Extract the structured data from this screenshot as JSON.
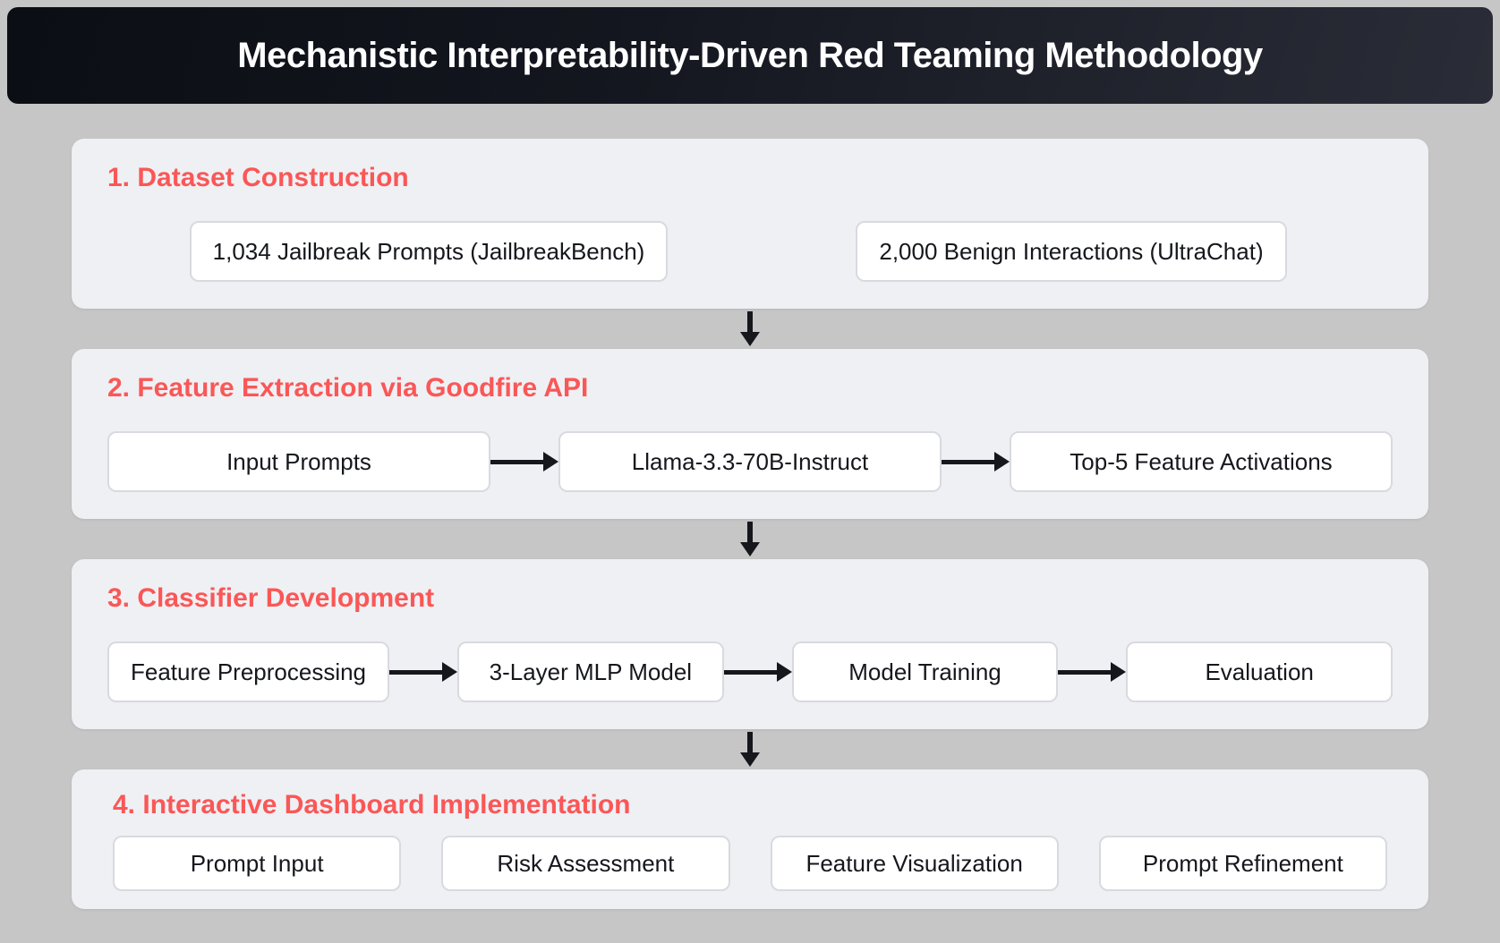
{
  "header": {
    "title": "Mechanistic Interpretability-Driven Red Teaming Methodology"
  },
  "colors": {
    "page_bg": "#c6c6c6",
    "header_bg_left": "#0c0e15",
    "header_bg_right": "#2a2c37",
    "title_text": "#ffffff",
    "panel_bg": "#eff0f4",
    "heading_red": "#fa5757",
    "node_bg": "#ffffff",
    "node_border": "#d9dadf",
    "node_text": "#15171c",
    "arrow": "#15171c"
  },
  "sections": [
    {
      "heading": "1. Dataset Construction",
      "boxes": [
        "1,034 Jailbreak Prompts (JailbreakBench)",
        "2,000 Benign Interactions (UltraChat)"
      ]
    },
    {
      "heading": "2. Feature Extraction via Goodfire API",
      "boxes": [
        "Input Prompts",
        "Llama-3.3-70B-Instruct",
        "Top-5 Feature Activations"
      ]
    },
    {
      "heading": "3. Classifier Development",
      "boxes": [
        "Feature Preprocessing",
        "3-Layer MLP Model",
        "Model Training",
        "Evaluation"
      ]
    },
    {
      "heading": "4. Interactive Dashboard Implementation",
      "boxes": [
        "Prompt Input",
        "Risk Assessment",
        "Feature Visualization",
        "Prompt Refinement"
      ]
    }
  ]
}
